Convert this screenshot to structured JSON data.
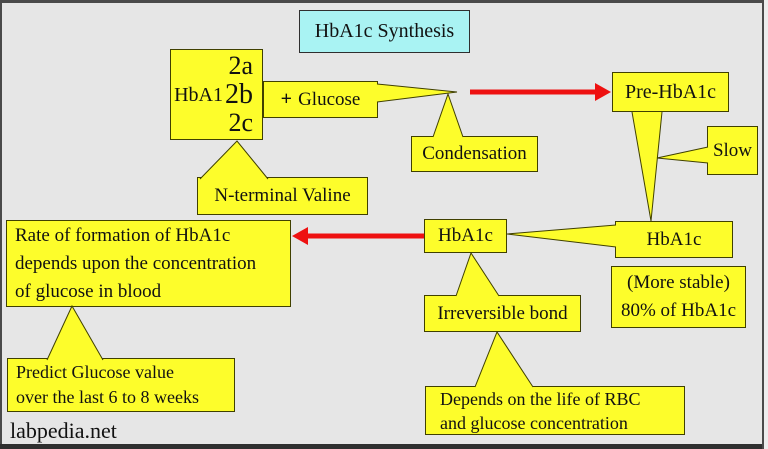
{
  "title": "HbA1c Synthesis",
  "watermark": "labpedia.net",
  "colors": {
    "background": "#e6e6e6",
    "box_yellow": "#fdfd2b",
    "title_cyan": "#a9f3f3",
    "arrow_red": "#ee1111",
    "box_border": "#404000",
    "text": "#111111"
  },
  "nodes": {
    "hba1": {
      "label": "HbA1",
      "variants": [
        "2a",
        "2b",
        "2c"
      ]
    },
    "glucose": {
      "plus": "+",
      "label": "Glucose"
    },
    "condensation": "Condensation",
    "pre_hba1c": "Pre-HbA1c",
    "slow": "Slow",
    "n_terminal_valine": "N-terminal Valine",
    "rate": {
      "lines": [
        "Rate of formation of HbA1c",
        "depends upon the concentration",
        "of glucose in blood"
      ]
    },
    "predict": {
      "lines": [
        "Predict Glucose value",
        "over the last 6 to 8 weeks"
      ]
    },
    "hba1c_intermediate": "HbA1c",
    "irreversible_bond": "Irreversible bond",
    "depends": {
      "lines": [
        "Depends on the life of RBC",
        "and glucose concentration"
      ]
    },
    "hba1c_stable": "HbA1c",
    "more_stable": {
      "lines": [
        "(More stable)",
        "80% of HbA1c"
      ]
    }
  }
}
